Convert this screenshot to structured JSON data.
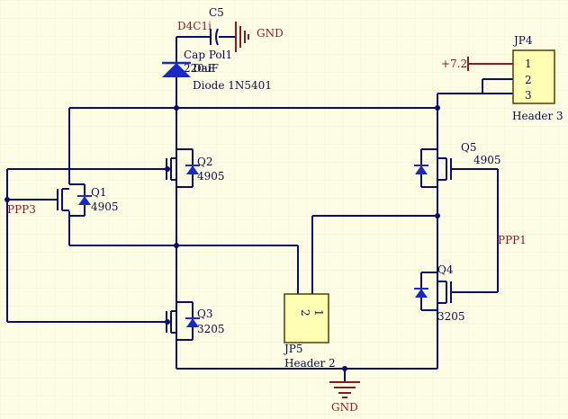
{
  "components": {
    "c5": {
      "designator": "C5",
      "overlay": "D4C1i",
      "type": "Cap Pol1",
      "value": "220uF"
    },
    "d4": {
      "type": "Diode 1N5401",
      "overlay": "DaF"
    },
    "jp4": {
      "designator": "JP4",
      "pins": [
        "1",
        "2",
        "3"
      ],
      "type": "Header 3"
    },
    "jp5": {
      "designator": "JP5",
      "pins": [
        "2",
        "1"
      ],
      "type": "Header 2"
    },
    "q1": {
      "designator": "Q1",
      "value": "4905"
    },
    "q2": {
      "designator": "Q2",
      "value": "4905"
    },
    "q3": {
      "designator": "Q3",
      "value": "3205"
    },
    "q4": {
      "designator": "Q4",
      "value": "3205"
    },
    "q5": {
      "designator": "Q5",
      "value": "4905"
    }
  },
  "nets": {
    "gnd_top": "GND",
    "gnd_bottom": "GND",
    "power": "+7.2",
    "ppp1": "PPP1",
    "ppp3": "PPP3"
  },
  "colors": {
    "background": "#fdfde6",
    "wire": "#0b0b6e",
    "net_label": "#8b1a1a",
    "header_fill": "#ffffb3"
  }
}
